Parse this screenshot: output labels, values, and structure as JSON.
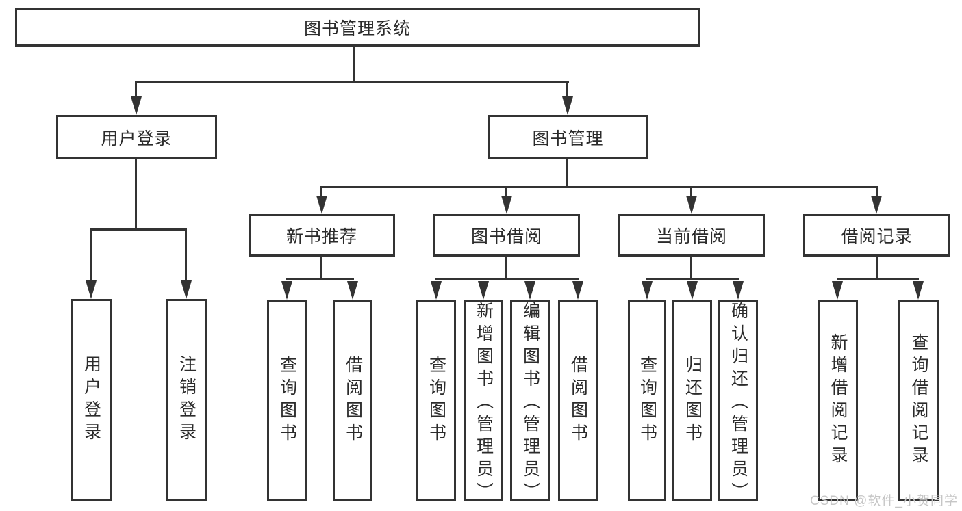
{
  "colors": {
    "line": "#333333",
    "border": "#333333",
    "text": "#2b2b2b",
    "bg": "#ffffff",
    "wm": "#c6c6c6"
  },
  "watermark": {
    "text": "CSDN @软件_小贺同学"
  },
  "tree": {
    "root": {
      "label": "图书管理系统",
      "children": [
        {
          "label": "用户登录",
          "children": [
            {
              "label": "用户登录"
            },
            {
              "label": "注销登录"
            }
          ]
        },
        {
          "label": "图书管理",
          "children": [
            {
              "label": "新书推荐",
              "children": [
                {
                  "label": "查询图书"
                },
                {
                  "label": "借阅图书"
                }
              ]
            },
            {
              "label": "图书借阅",
              "children": [
                {
                  "label": "查询图书"
                },
                {
                  "label": "新增图书（管理员）"
                },
                {
                  "label": "编辑图书（管理员）"
                },
                {
                  "label": "借阅图书"
                }
              ]
            },
            {
              "label": "当前借阅",
              "children": [
                {
                  "label": "查询图书"
                },
                {
                  "label": "归还图书"
                },
                {
                  "label": "确认归还（管理员）"
                }
              ]
            },
            {
              "label": "借阅记录",
              "children": [
                {
                  "label": "新增借阅记录"
                },
                {
                  "label": "查询借阅记录"
                }
              ]
            }
          ]
        }
      ]
    }
  }
}
